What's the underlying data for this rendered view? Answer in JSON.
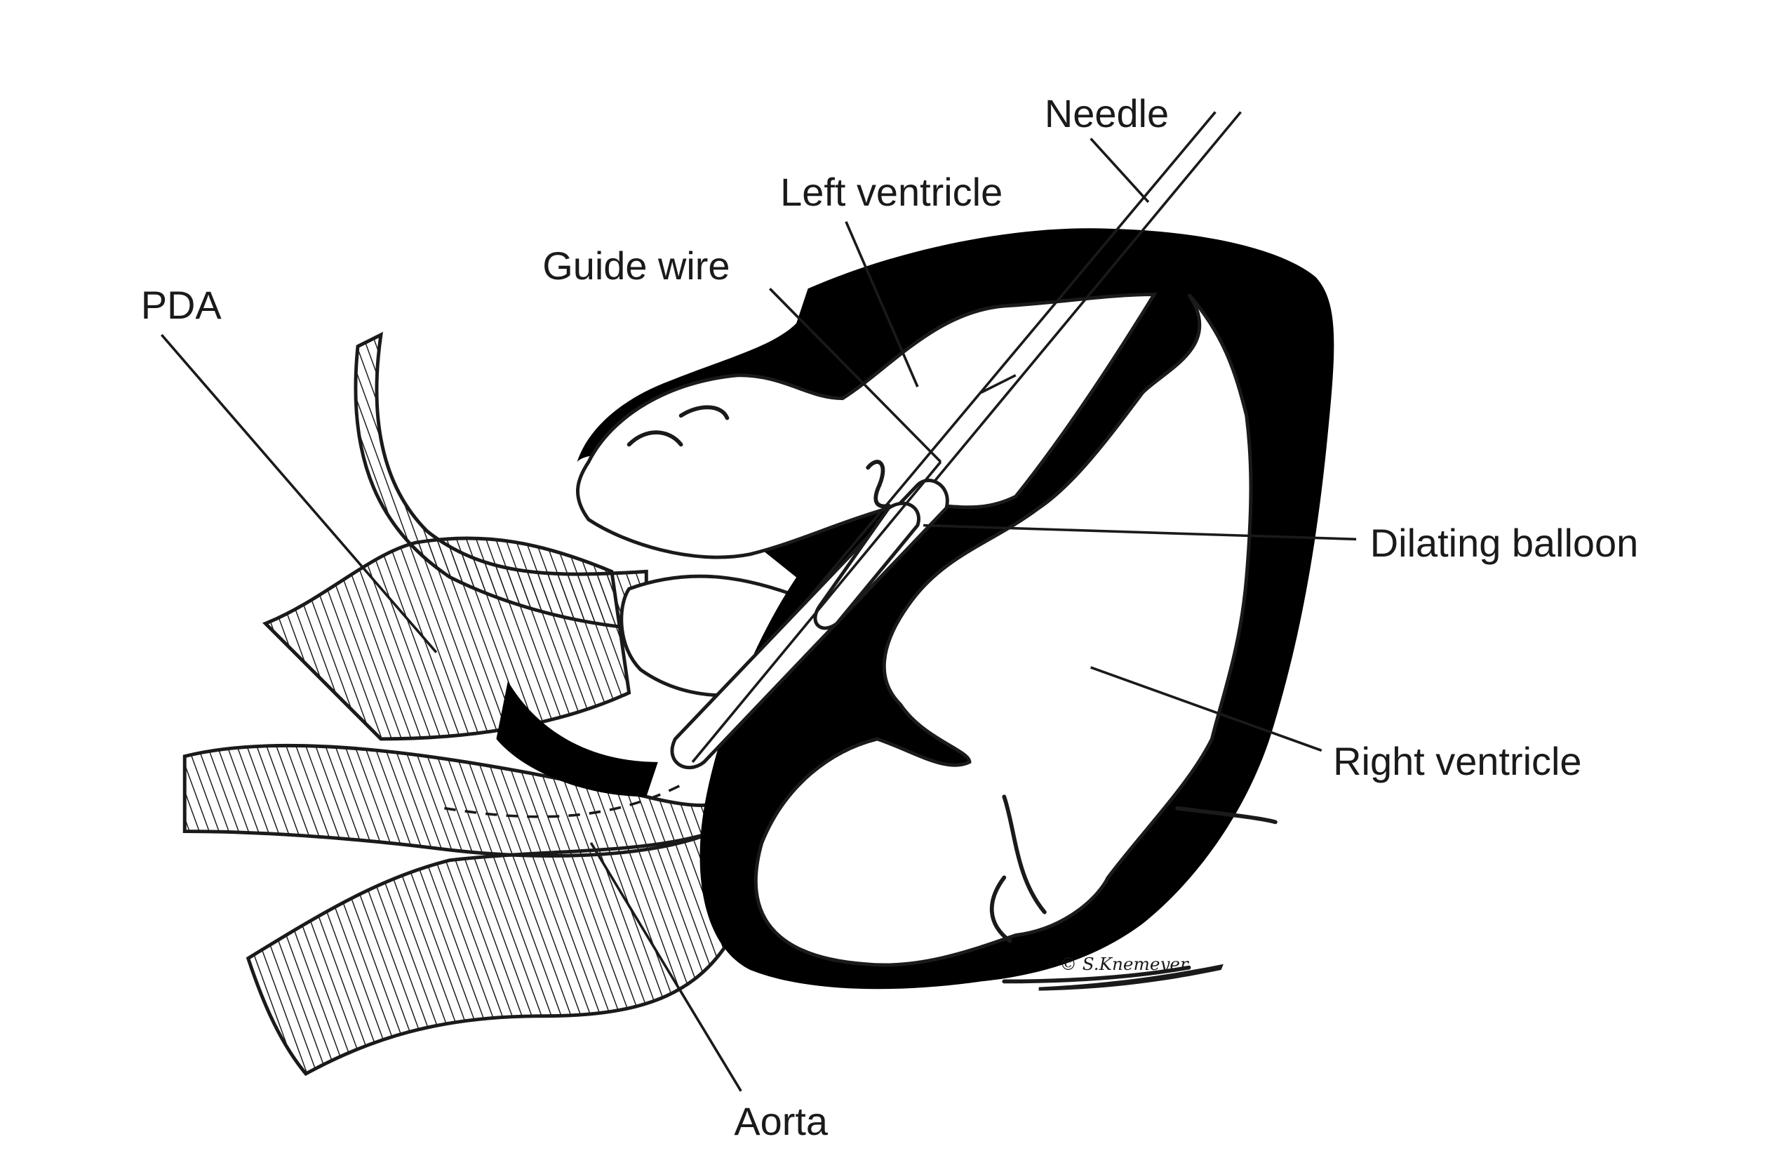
{
  "labels": {
    "needle": "Needle",
    "left_ventricle": "Left ventricle",
    "guide_wire": "Guide wire",
    "pda": "PDA",
    "dilating_balloon": "Dilating balloon",
    "right_ventricle": "Right ventricle",
    "aorta": "Aorta"
  },
  "signature": "© S.Knemeyer",
  "colors": {
    "ink": "#1a1a1a",
    "background": "#ffffff"
  }
}
